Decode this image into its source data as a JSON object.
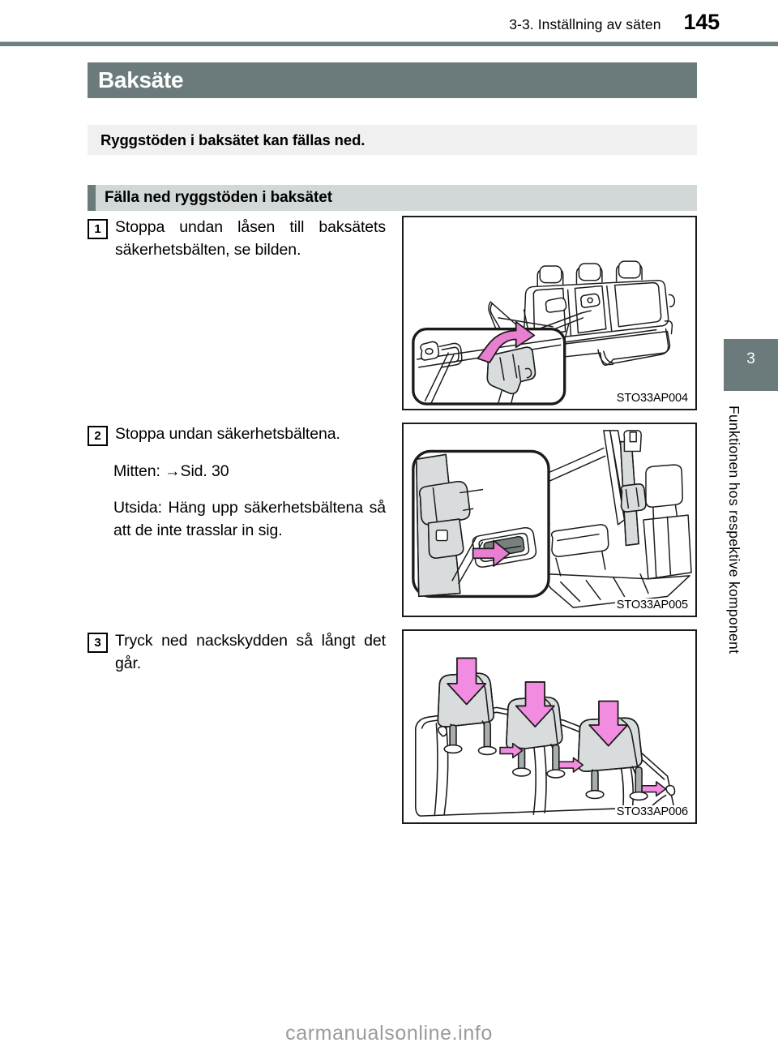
{
  "header": {
    "section": "3-3. Inställning av säten",
    "page_number": "145"
  },
  "chapter_tab": {
    "number": "3",
    "side_title": "Funktionen hos respektive komponent"
  },
  "section": {
    "title": "Baksäte",
    "intro": "Ryggstöden i baksätet kan fällas ned.",
    "subsection_title": "Fälla ned ryggstöden i baksätet"
  },
  "steps": [
    {
      "number": "1",
      "text": "Stoppa undan låsen till baksätets säkerhetsbälten, se bilden.",
      "extra": [],
      "figure_code": "STO33AP004"
    },
    {
      "number": "2",
      "text": "Stoppa undan säkerhetsbältena.",
      "extra": [
        "Mitten: →Sid. 30",
        "Utsida: Häng upp säkerhetsbältena så att de inte trasslar in sig."
      ],
      "figure_code": "STO33AP005"
    },
    {
      "number": "3",
      "text": "Tryck ned nackskydden så långt det går.",
      "extra": [],
      "figure_code": "STO33AP006"
    }
  ],
  "watermark": "carmanualsonline.info",
  "colors": {
    "accent_slate": "#6b7b7b",
    "subsection_bg": "#d2d8d8",
    "intro_bg": "#f0f0f0",
    "illustration_highlight": "#e87fd0",
    "illustration_fill": "#d8dcdd"
  }
}
